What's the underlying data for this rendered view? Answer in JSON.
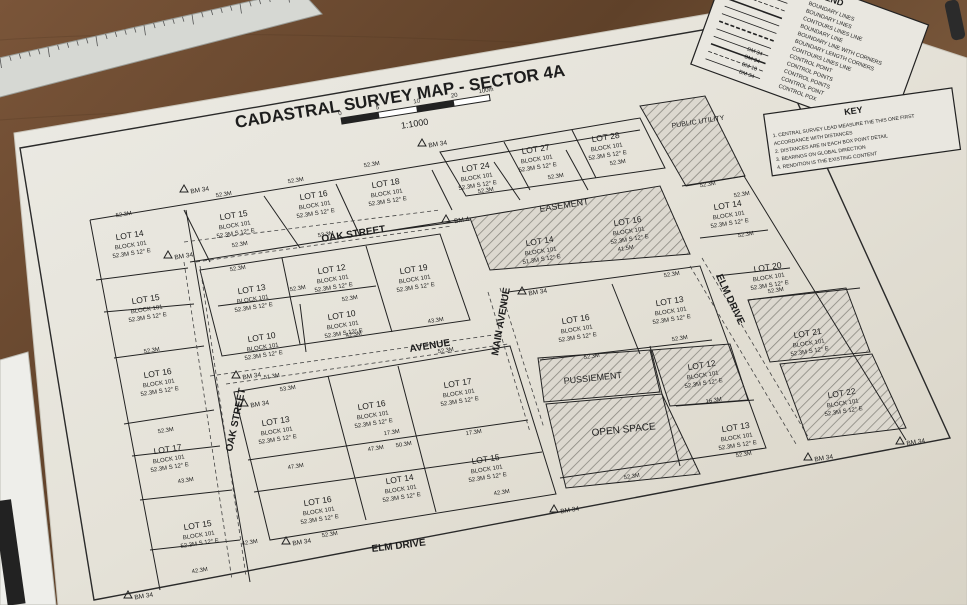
{
  "map": {
    "title": "CADASTRAL SURVEY MAP - SECTOR 4A",
    "scale": "1:1000",
    "scale_ticks": [
      "0",
      "5",
      "10",
      "20",
      "100m"
    ]
  },
  "legend": {
    "title": "LEGEND",
    "entries": [
      "BOUNDARY LINES",
      "BOUNDARY LINES",
      "CONTOURS LINES LINE",
      "BOUNDARY LINE",
      "BOUNDARY LINE WITH CORNERS",
      "BOUNDARY LENGTH CORNERS",
      "CONTOURS LINES LINE",
      "CONTROL POINT",
      "CONTROL POINTS",
      "CONTROL POINTS",
      "CONTROL POINT",
      "CONTROL POX"
    ],
    "symbols": [
      "BM 34",
      "BM 34",
      "BM 10",
      "BM 34"
    ]
  },
  "key": {
    "title": "KEY",
    "lines": [
      "1. CENTRAL SURVEY LEAD MEASURE THE THIS ONE FIRST",
      "ACCORDANCE WITH DISTANCES",
      "2. DISTANCES ARE IN EACH BOX POINT DETAIL",
      "3. BEARINGS ON GLOBAL DIRECTION",
      "4. RENDITION IS THE EXISTING CONTENT"
    ]
  },
  "streets": {
    "oak_street_top": "OAK STREET",
    "oak_street_left": "OAK STREET",
    "avenue": "AVENUE",
    "main_avenue": "MAIN AVENUE",
    "elm_drive_bottom": "ELM DRIVE",
    "elm_drive_right": "ELM DRIVE",
    "easement": "EASEMENT",
    "public_utility": "PUBLIC UTILITY",
    "pussiement": "PUSSIEMENT",
    "open_space": "OPEN SPACE"
  },
  "benchmarks": [
    "BM 34",
    "BM 34",
    "BM 34",
    "BM 4",
    "BM 34",
    "BM 34",
    "BM 34",
    "BM 34",
    "BM 34",
    "BM 34",
    "BM 34",
    "BM 34"
  ],
  "lots": [
    {
      "name": "LOT 14",
      "block": "BLOCK 101",
      "bearing": "52.3M S 12° E"
    },
    {
      "name": "LOT 15",
      "block": "BLOCK 101",
      "bearing": "52.3M S 12° E"
    },
    {
      "name": "LOT 16",
      "block": "BLOCK 101",
      "bearing": "52.3M S 12° E"
    },
    {
      "name": "LOT 17",
      "block": "BLOCK 101",
      "bearing": "52.3M S 12° E"
    },
    {
      "name": "LOT 18",
      "block": "BLOCK 101",
      "bearing": "52.3M S 12° E"
    },
    {
      "name": "LOT 27",
      "block": "BLOCK 101",
      "bearing": "52.3M S 12° E"
    },
    {
      "name": "LOT 28",
      "block": "BLOCK 101",
      "bearing": "52.3M S 12° E"
    },
    {
      "name": "LOT 13",
      "block": "BLOCK 101",
      "bearing": "52.3M S 12° E"
    },
    {
      "name": "LOT 12",
      "block": "BLOCK 101",
      "bearing": "52.3M S 12° E"
    },
    {
      "name": "LOT 19",
      "block": "BLOCK 101",
      "bearing": "52.3M S 12° E"
    },
    {
      "name": "LOT 10",
      "block": "BLOCK 101",
      "bearing": "52.3M S 12° E"
    },
    {
      "name": "LOT 10",
      "block": "BLOCK 101",
      "bearing": "52.3M S 12° E"
    },
    {
      "name": "LOT 15",
      "block": "BLOCK 101",
      "bearing": "52.3M S 12° E"
    },
    {
      "name": "LOT 16",
      "block": "BLOCK 101",
      "bearing": "52.3M S 12° E"
    },
    {
      "name": "LOT 15",
      "block": "BLOCK 101",
      "bearing": "52.3M S 12° E"
    },
    {
      "name": "LOT 13",
      "block": "BLOCK 101",
      "bearing": "52.3M S 12° E"
    },
    {
      "name": "LOT 16",
      "block": "BLOCK 101",
      "bearing": "52.3M S 12° E"
    },
    {
      "name": "LOT 17",
      "block": "BLOCK 101",
      "bearing": "52.3M S 12° E"
    },
    {
      "name": "LOT 16",
      "block": "BLOCK 101",
      "bearing": "52.3M S 12° E"
    },
    {
      "name": "LOT 14",
      "block": "BLOCK 101",
      "bearing": "52.3M S 12° E"
    },
    {
      "name": "LOT 15",
      "block": "BLOCK 101",
      "bearing": "52.3M S 12° E"
    },
    {
      "name": "LOT 16",
      "block": "BLOCK 101",
      "bearing": "52.3M S 12° E"
    },
    {
      "name": "LOT 14",
      "block": "BLOCK 101",
      "bearing": "51.3M S 12° E"
    },
    {
      "name": "LOT 16",
      "block": "BLOCK 101",
      "bearing": "52.3M S 12° E"
    },
    {
      "name": "LOT 13",
      "block": "BLOCK 101",
      "bearing": "52.3M S 12° E"
    },
    {
      "name": "LOT 12",
      "block": "BLOCK 101",
      "bearing": "52.3M S 12° E"
    },
    {
      "name": "LOT 13",
      "block": "BLOCK 101",
      "bearing": "52.3M S 12° E"
    },
    {
      "name": "LOT 14",
      "block": "BLOCK 101",
      "bearing": "52.3M S 12° E"
    },
    {
      "name": "LOT 20",
      "block": "BLOCK 101",
      "bearing": "52.3M S 12° E"
    },
    {
      "name": "LOT 21",
      "block": "BLOCK 101",
      "bearing": "52.3M S 12° E"
    },
    {
      "name": "LOT 22",
      "block": "BLOCK 101",
      "bearing": "52.3M S 12° E"
    },
    {
      "name": "LOT 24",
      "block": "BLOCK 101",
      "bearing": "52.3M S 12° E"
    }
  ],
  "dimensions": [
    "52.3M",
    "52.3M",
    "52.3M",
    "52.3M",
    "52.3M",
    "52.3M",
    "52.3M",
    "52.3M",
    "42.3M",
    "43.3M",
    "47.3M",
    "47.3M",
    "50.3M",
    "17.3M",
    "17.3M",
    "42.3M",
    "52.3M",
    "52.3M",
    "52.3M",
    "53.3M",
    "43.3M",
    "41.5M",
    "42.3M",
    "52.3M",
    "52.3M",
    "52.3M",
    "16.3M",
    "52.3M",
    "52.3M",
    "52.3M",
    "52.3M",
    "52.3M",
    "52.3M",
    "52.3M",
    "52.3M",
    "51.3M",
    "53.3M",
    "42.3M",
    "52.3M",
    "52.3M"
  ],
  "colors": {
    "paper": "#e9e5dc",
    "ink": "#1d1d1d",
    "hatch": "#777777",
    "wood": "#6e4d33",
    "ruler": "#d9dbd6"
  }
}
